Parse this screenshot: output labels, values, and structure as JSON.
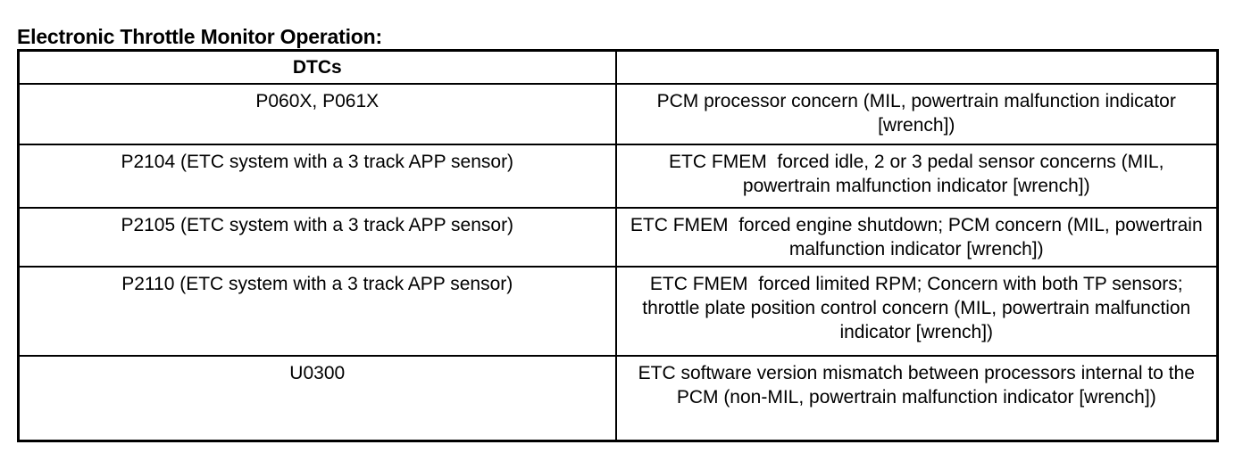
{
  "document": {
    "title": "Electronic Throttle Monitor Operation:"
  },
  "table": {
    "headers": {
      "col1": "DTCs",
      "col2": ""
    },
    "rows": [
      {
        "dtc": "P060X, P061X",
        "description": "PCM processor concern (MIL, powertrain malfunction indicator [wrench])"
      },
      {
        "dtc": "P2104 (ETC system with a 3 track APP sensor)",
        "description": "ETC FMEM  forced idle, 2 or 3 pedal sensor concerns (MIL, powertrain malfunction indicator [wrench])"
      },
      {
        "dtc": "P2105 (ETC system with a 3 track APP sensor)",
        "description": "ETC FMEM  forced engine shutdown; PCM concern (MIL, powertrain malfunction indicator [wrench])"
      },
      {
        "dtc": "P2110 (ETC system with a 3 track APP sensor)",
        "description": "ETC FMEM  forced limited RPM; Concern with both TP sensors; throttle plate position control concern (MIL, powertrain malfunction indicator [wrench])"
      },
      {
        "dtc": "U0300",
        "description": "ETC software version mismatch between processors internal to the PCM (non-MIL, powertrain malfunction indicator [wrench])"
      }
    ]
  },
  "colors": {
    "background": "#ffffff",
    "text": "#000000",
    "border": "#000000"
  }
}
